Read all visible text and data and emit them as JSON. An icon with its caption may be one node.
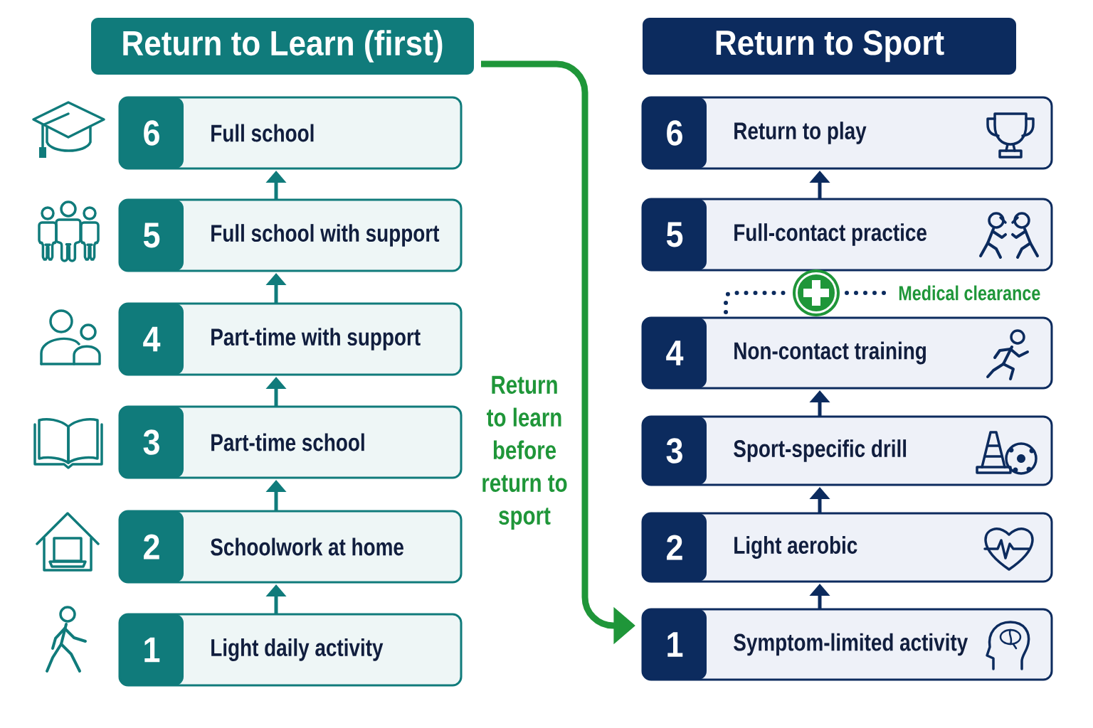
{
  "diagram": {
    "nodes": [
      {
        "text": [
          "Return to Learn (first)"
        ]
      },
      {
        "text": [
          "6",
          "Full school"
        ]
      },
      {
        "text": [
          "5",
          "Full school with support"
        ]
      },
      {
        "text": [
          "4",
          "Part-time with support"
        ]
      },
      {
        "text": [
          "3",
          "Part-time school"
        ]
      },
      {
        "text": [
          "2",
          "Schoolwork at home"
        ]
      },
      {
        "text": [
          "1",
          "Light daily activity"
        ]
      },
      {
        "text": [
          "Return to Sport"
        ]
      },
      {
        "text": [
          "6",
          "Return to play"
        ]
      },
      {
        "text": [
          "5",
          "Full-contact practice"
        ]
      },
      {
        "text": [
          "4",
          "Non-contact training"
        ]
      },
      {
        "text": [
          "3",
          "Sport-specific drill"
        ]
      },
      {
        "text": [
          "2",
          "Light aerobic"
        ]
      },
      {
        "text": [
          "1",
          "Symptom-limited activity"
        ]
      },
      {
        "text": [],
        "shape": "circle"
      },
      {
        "text": [
          "Medical clearance"
        ]
      }
    ],
    "edges": [
      {
        "from": 6,
        "to": 5,
        "arrow": "to",
        "color": "#107b7b"
      },
      {
        "from": 5,
        "to": 4,
        "arrow": "to",
        "color": "#107b7b"
      },
      {
        "from": 4,
        "to": 3,
        "arrow": "to",
        "color": "#107b7b"
      },
      {
        "from": 3,
        "to": 2,
        "arrow": "to",
        "color": "#107b7b"
      },
      {
        "from": 2,
        "to": 1,
        "arrow": "to",
        "color": "#107b7b"
      },
      {
        "from": 0,
        "to": 13,
        "arrow": "to",
        "style": "thick",
        "color": "#1f9639",
        "label": "Return to learn before return to sport"
      },
      {
        "from": 13,
        "to": 12,
        "arrow": "to"
      },
      {
        "from": 12,
        "to": 11,
        "arrow": "to"
      },
      {
        "from": 11,
        "to": 10,
        "arrow": "to"
      },
      {
        "from": 10,
        "to": 14,
        "arrow": "none",
        "style": "dashed"
      },
      {
        "from": 14,
        "to": 15,
        "arrow": "none",
        "style": "dashed"
      },
      {
        "from": 9,
        "to": 8,
        "arrow": "to"
      }
    ]
  }
}
